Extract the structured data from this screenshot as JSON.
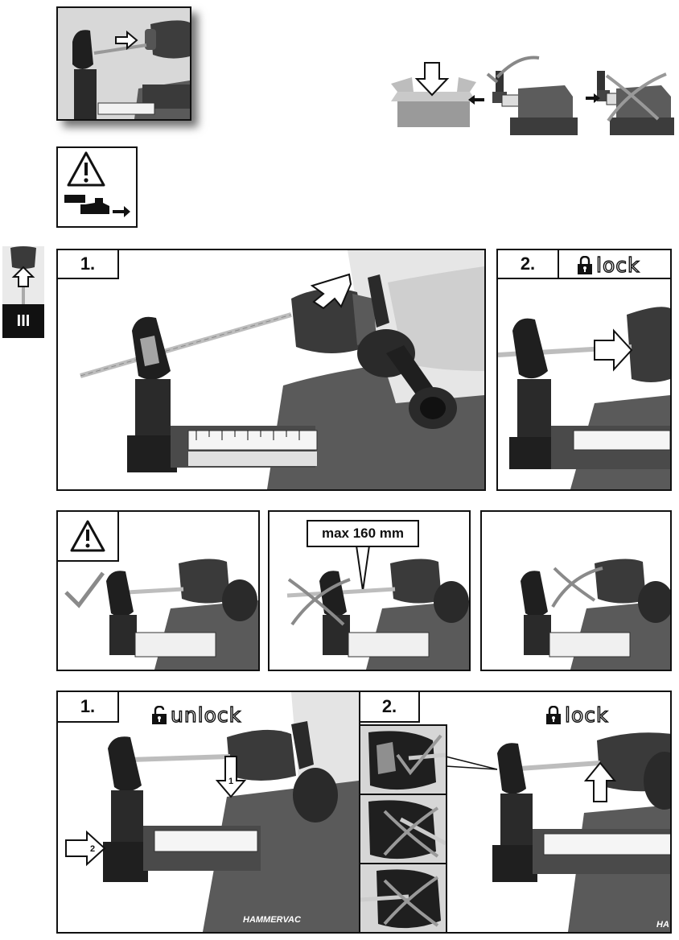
{
  "step1_label": "1.",
  "step2_label": "2.",
  "lock_text": "lock",
  "unlock_text": "unlock",
  "max_length_text": "max 160 mm",
  "section_marker": "III",
  "arrow_numbers": [
    "1",
    "2"
  ],
  "brand_text": "HAMMERVAC",
  "brand_partial": "HA",
  "icons": [
    "warning-triangle-icon",
    "checkmark-icon",
    "cross-icon",
    "arrow-icon",
    "padlock-closed-icon",
    "padlock-open-icon",
    "box-icon"
  ]
}
